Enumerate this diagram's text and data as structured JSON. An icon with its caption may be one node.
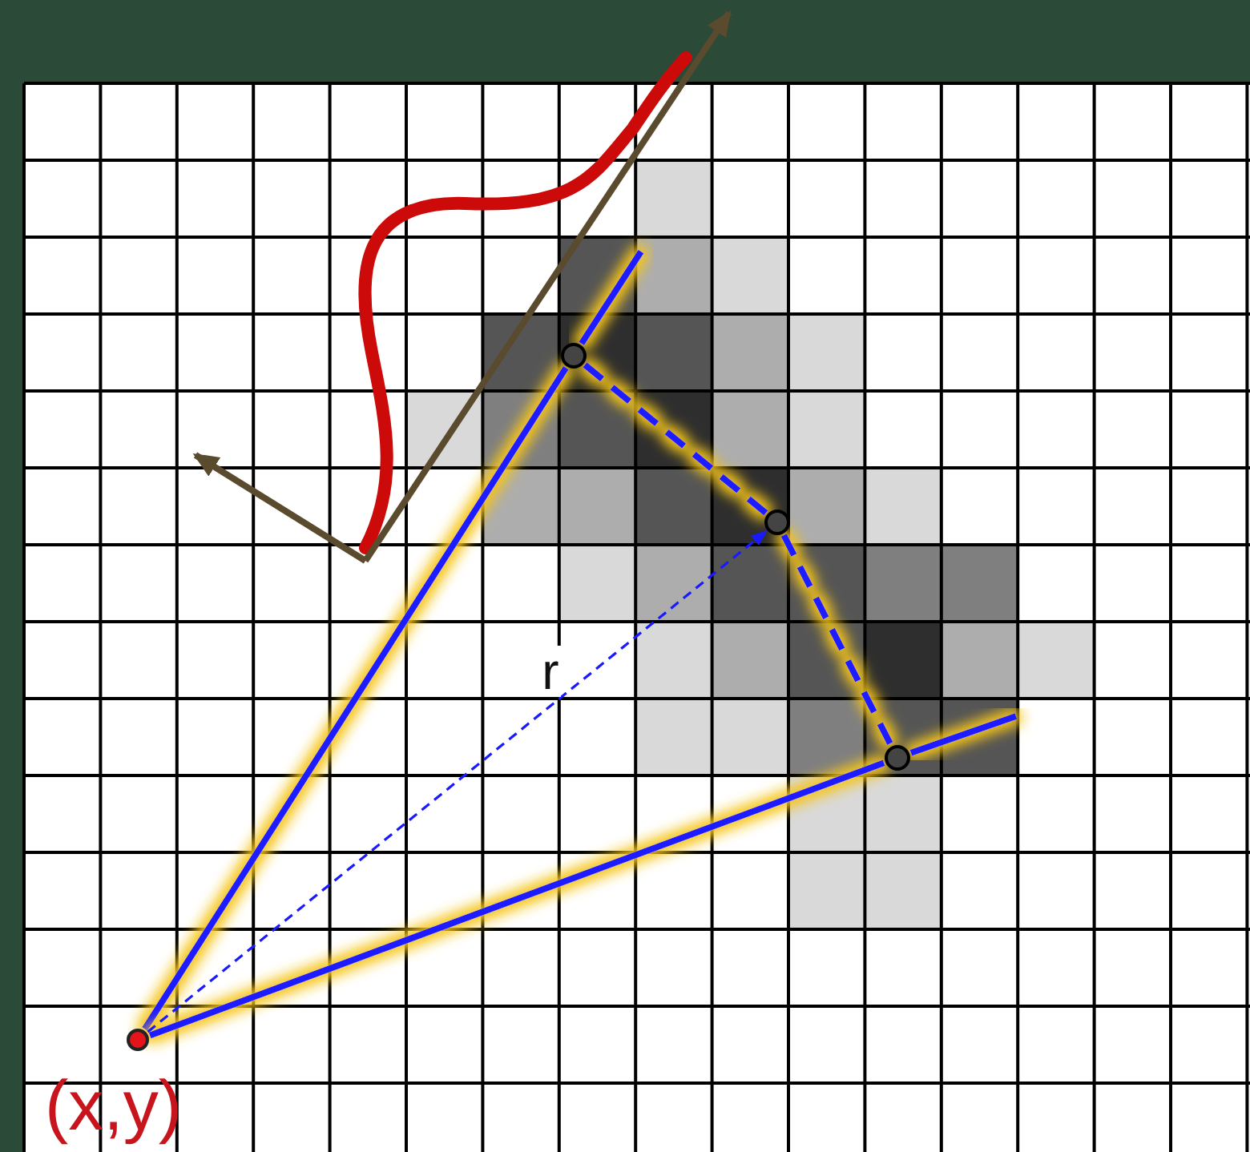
{
  "diagram": {
    "nodes": [
      {
        "text": [],
        "shape": "circle",
        "beside": [
          "(x,y)"
        ]
      },
      {
        "text": [],
        "shape": "circle"
      },
      {
        "text": [],
        "shape": "circle"
      },
      {
        "text": [],
        "shape": "circle"
      }
    ],
    "edges": [
      {
        "from": 0,
        "to": 1,
        "arrow": "none"
      },
      {
        "from": 0,
        "to": 3,
        "arrow": "none"
      },
      {
        "from": 1,
        "to": 2,
        "arrow": "none",
        "style": "dashed"
      },
      {
        "from": 2,
        "to": 3,
        "arrow": "none",
        "style": "dashed"
      },
      {
        "from": 0,
        "to": 2,
        "arrow": "to",
        "label": "r",
        "style": "dashed"
      }
    ]
  }
}
